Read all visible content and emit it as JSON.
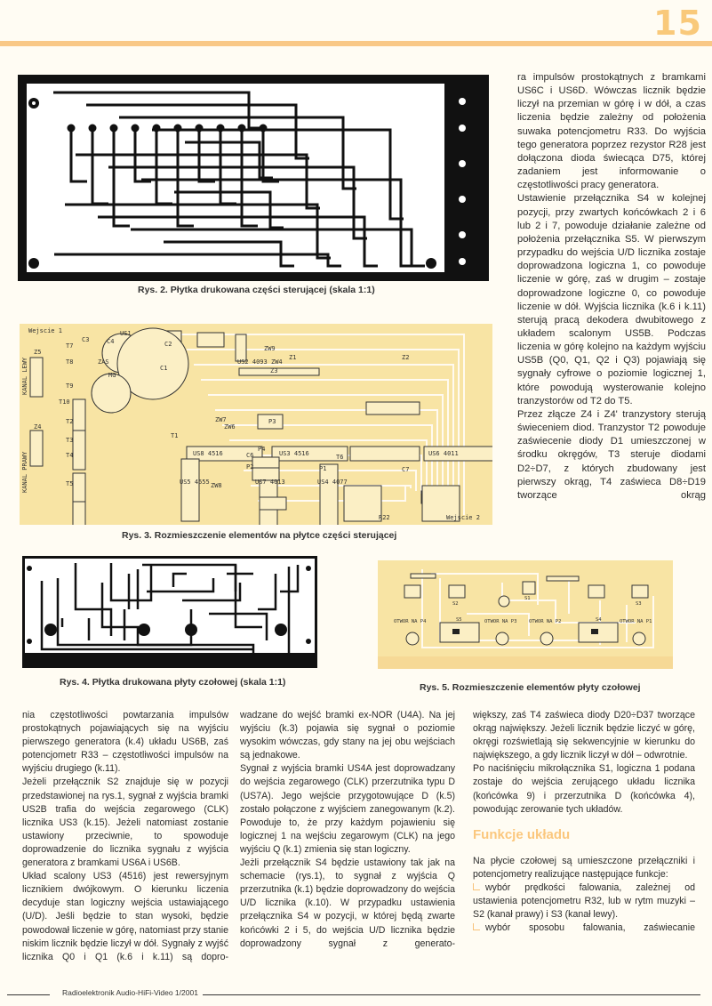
{
  "header": {
    "page_number": "15",
    "accent_color": "#f9c886"
  },
  "figures": {
    "rys2_caption": "Rys. 2. Płytka drukowana części sterującej (skala 1:1)",
    "rys3_caption": "Rys. 3. Rozmieszczenie elementów na płytce części sterującej",
    "rys4_caption": "Rys. 4. Płytka drukowana płyty czołowej  (skala 1:1)",
    "rys5_caption": "Rys. 5. Rozmieszczenie elementów płyty czołowej",
    "rys3_labels": [
      "C3",
      "C4",
      "US1",
      "C2",
      "C1",
      "ZAS",
      "MG",
      "Z5",
      "Z4",
      "KANAL LEWY",
      "KANAL PRAWY",
      "T7",
      "T8",
      "T9",
      "T10",
      "T2",
      "T3",
      "T4",
      "T5",
      "US8 4516",
      "US3 4516",
      "US5 4555",
      "US7 4013",
      "US4 4077",
      "US6 4011",
      "US2 4093",
      "Z2",
      "Z1",
      "Z3",
      "P3",
      "P2",
      "P4",
      "P1",
      "C7",
      "C6",
      "T6",
      "T1",
      "ZW6",
      "ZW7",
      "ZW8",
      "ZW9",
      "ZW4",
      "R22",
      "Wejscie 2",
      "Wejscie 1"
    ],
    "rys5_labels": [
      "S2",
      "S3",
      "S4",
      "S5",
      "S1",
      "OTWOR NA P4",
      "OTWOR NA P3",
      "OTWOR NA P2",
      "OTWOR NA P1"
    ]
  },
  "right_column": [
    "ra impulsów prostokątnych z bramkami US6C i US6D. Wówczas licznik będzie liczył na przemian w górę i w dół, a czas liczenia będzie zależny od położenia suwaka potencjometru R33. Do wyjścia tego generatora poprzez rezystor R28 jest dołączona dioda świecąca D75, której zadaniem jest informowanie o częstotliwości pracy generatora.",
    "Ustawienie przełącznika S4 w kolejnej pozycji, przy zwartych końcówkach 2 i 6 lub 2 i 7, powoduje działanie zależne od położenia przełącznika S5. W pierwszym przypadku do wejścia U/D licznika zostaje doprowadzona logiczna 1, co powoduje liczenie w górę, zaś w drugim – zostaje doprowadzone logiczne 0, co powoduje liczenie w dół. Wyjścia licznika (k.6 i k.11) sterują pracą dekodera dwubitowego z układem scalonym US5B. Podczas liczenia w górę kolejno na każdym wyjściu US5B (Q0, Q1, Q2 i Q3) pojawiają się sygnały cyfrowe o poziomie logicznej 1, które powodują wysterowanie kolejno tranzystorów od T2 do T5.",
    "Przez złącze Z4 i Z4' tranzystory sterują świeceniem diod. Tranzystor T2 powoduje zaświecenie diody D1 umieszczonej w środku okręgów, T3 steruje diodami D2÷D7, z których zbudowany jest pierwszy okrąg, T4 zaświeca D8÷D19 tworzące okrąg"
  ],
  "col1": [
    "nia częstotliwości powtarzania impulsów prostokątnych pojawiających się na wyjściu pierwszego generatora (k.4) układu US6B, zaś potencjometr R33 – częstotliwości impulsów na wyjściu drugiego (k.11).",
    "Jeżeli przełącznik S2 znajduje się w pozycji przedstawionej na rys.1, sygnał z wyjścia bramki US2B trafia do wejścia zegarowego (CLK) licznika US3 (k.15). Jeżeli natomiast zostanie ustawiony przeciwnie, to spowoduje doprowadzenie do licznika sygnału z wyjścia generatora z bramkami US6A i US6B.",
    "Układ scalony US3 (4516) jest rewersyjnym licznikiem dwójkowym. O kierunku liczenia decyduje stan logiczny wejścia ustawiającego (U/D). Jeśli będzie to stan wysoki, będzie powodował liczenie w górę, natomiast przy stanie niskim licznik będzie liczył w dół. Sygnały z wyjść licznika Q0 i Q1 (k.6 i k.11) są dopro-"
  ],
  "col2": [
    "wadzane do wejść bramki ex-NOR (U4A). Na jej wyjściu (k.3) pojawia się sygnał o poziomie wysokim wówczas, gdy stany na jej obu wejściach są jednakowe.",
    "Sygnał z wyjścia bramki US4A jest doprowadzany do wejścia zegarowego (CLK) przerzutnika typu D (US7A). Jego wejście przygotowujące D (k.5) zostało połączone z wyjściem zanegowanym (k.2). Powoduje to, że przy każdym pojawieniu się logicznej 1 na wejściu zegarowym (CLK) na jego wyjściu Q (k.1) zmienia się stan logiczny.",
    "Jeżli przełącznik S4 będzie ustawiony tak jak na schemacie (rys.1), to sygnał z wyjścia Q przerzutnika (k.1) będzie doprowadzony do wejścia U/D licznika (k.10). W przypadku ustawienia przełącznika S4 w pozycji, w której będą zwarte końcówki 2 i 5, do wejścia U/D licznika będzie doprowadzony sygnał z generato-"
  ],
  "col3": {
    "paragraphs": [
      "większy, zaś T4 zaświeca diody D20÷D37 tworzące okrąg największy. Jeżeli licznik będzie liczyć w górę, okręgi rozświetlają się sekwencyjnie w kierunku do największego, a gdy licznik liczył w dół – odwrotnie.",
      "Po naciśnięciu mikrołącznika S1, logiczna 1 podana zostaje do wejścia zerującego układu licznika (końcówka 9) i przerzutnika D (końcówka 4), powodując zerowanie tych układów."
    ],
    "heading": "Funkcje układu",
    "intro": "Na płycie czołowej są umieszczone przełączniki i potencjometry realizujące następujące funkcje:",
    "bullets": [
      "wybór prędkości falowania, zależnej od ustawienia potencjometru R32, lub w rytm muzyki – S2 (kanał prawy) i S3 (kanał lewy).",
      "wybór sposobu falowania, zaświecanie"
    ]
  },
  "footer": {
    "text": "Radioelektronik Audio-HiFi-Video 1/2001"
  }
}
